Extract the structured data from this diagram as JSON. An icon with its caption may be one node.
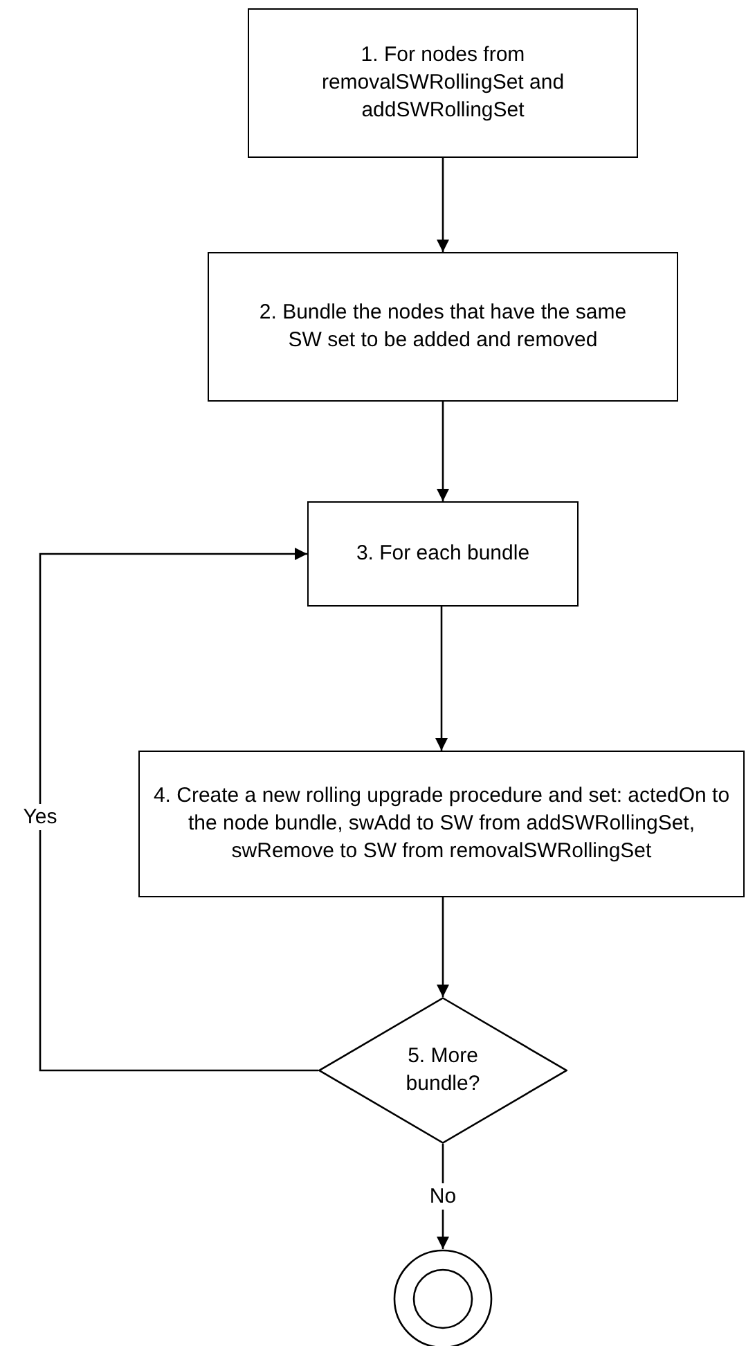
{
  "diagram": {
    "nodes": [
      {
        "text": [
          "1. For nodes from removalSWRollingSet and addSWRollingSet"
        ]
      },
      {
        "text": [
          "2. Bundle the nodes that have the same SW set to be added and removed"
        ]
      },
      {
        "text": [
          "3. For each bundle"
        ]
      },
      {
        "text": [
          "4. Create a new rolling upgrade procedure and set: actedOn to the node bundle, swAdd to SW from addSWRollingSet, swRemove to SW from removalSWRollingSet"
        ]
      },
      {
        "text": [
          "5. More bundle?"
        ]
      },
      {
        "text": [],
        "shape": "circle"
      }
    ],
    "edges": [
      {
        "from": 0,
        "to": 1,
        "arrow": "to"
      },
      {
        "from": 1,
        "to": 2,
        "arrow": "to"
      },
      {
        "from": 2,
        "to": 3,
        "arrow": "to"
      },
      {
        "from": 3,
        "to": 4,
        "arrow": "to"
      },
      {
        "from": 4,
        "to": 2,
        "arrow": "to",
        "label": "Yes"
      },
      {
        "from": 4,
        "to": 5,
        "arrow": "to",
        "label": "No"
      }
    ]
  }
}
